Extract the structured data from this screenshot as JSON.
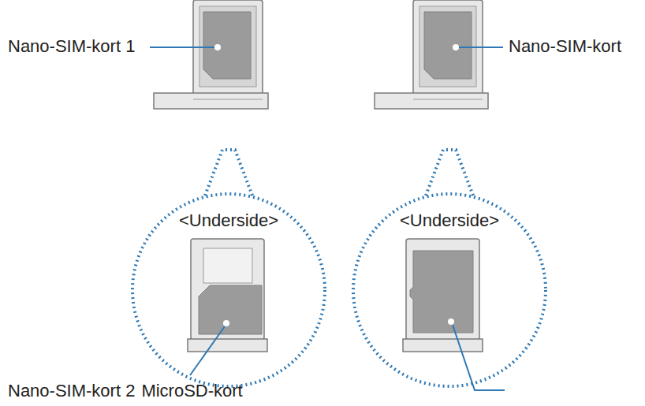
{
  "diagram": {
    "nodes": [
      {
        "text": [
          "<Underside>"
        ]
      },
      {
        "text": [
          "<Underside>"
        ]
      }
    ],
    "labels": [
      "Nano-SIM-kort 1",
      "Nano-SIM-kort",
      "Nano-SIM-kort 2",
      "MicroSD-kort"
    ]
  }
}
